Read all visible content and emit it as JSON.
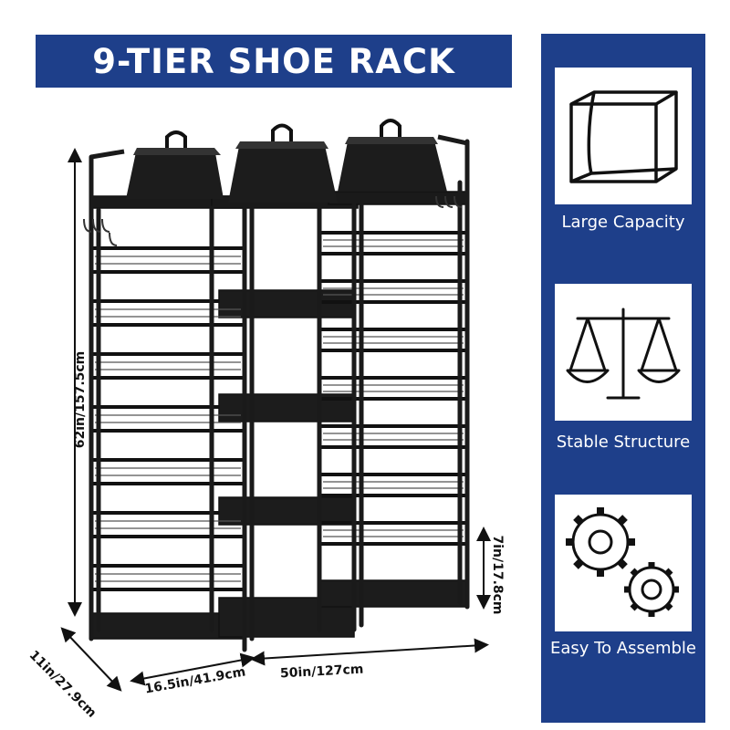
{
  "title": "9-TIER SHOE RACK",
  "features": [
    {
      "label": "Large Capacity",
      "icon": "cube-icon"
    },
    {
      "label": "Stable Structure",
      "icon": "balance-scale-icon"
    },
    {
      "label": "Easy To Assemble",
      "icon": "gears-icon"
    }
  ],
  "dimensions": {
    "height": "62in/157.5cm",
    "depth": "11in/27.9cm",
    "column_width": "16.5in/41.9cm",
    "total_width": "50in/127cm",
    "tier_gap": "7in/17.8cm"
  },
  "colors": {
    "brand_blue": "#1e3f8a",
    "rack": "#1a1a1a"
  }
}
